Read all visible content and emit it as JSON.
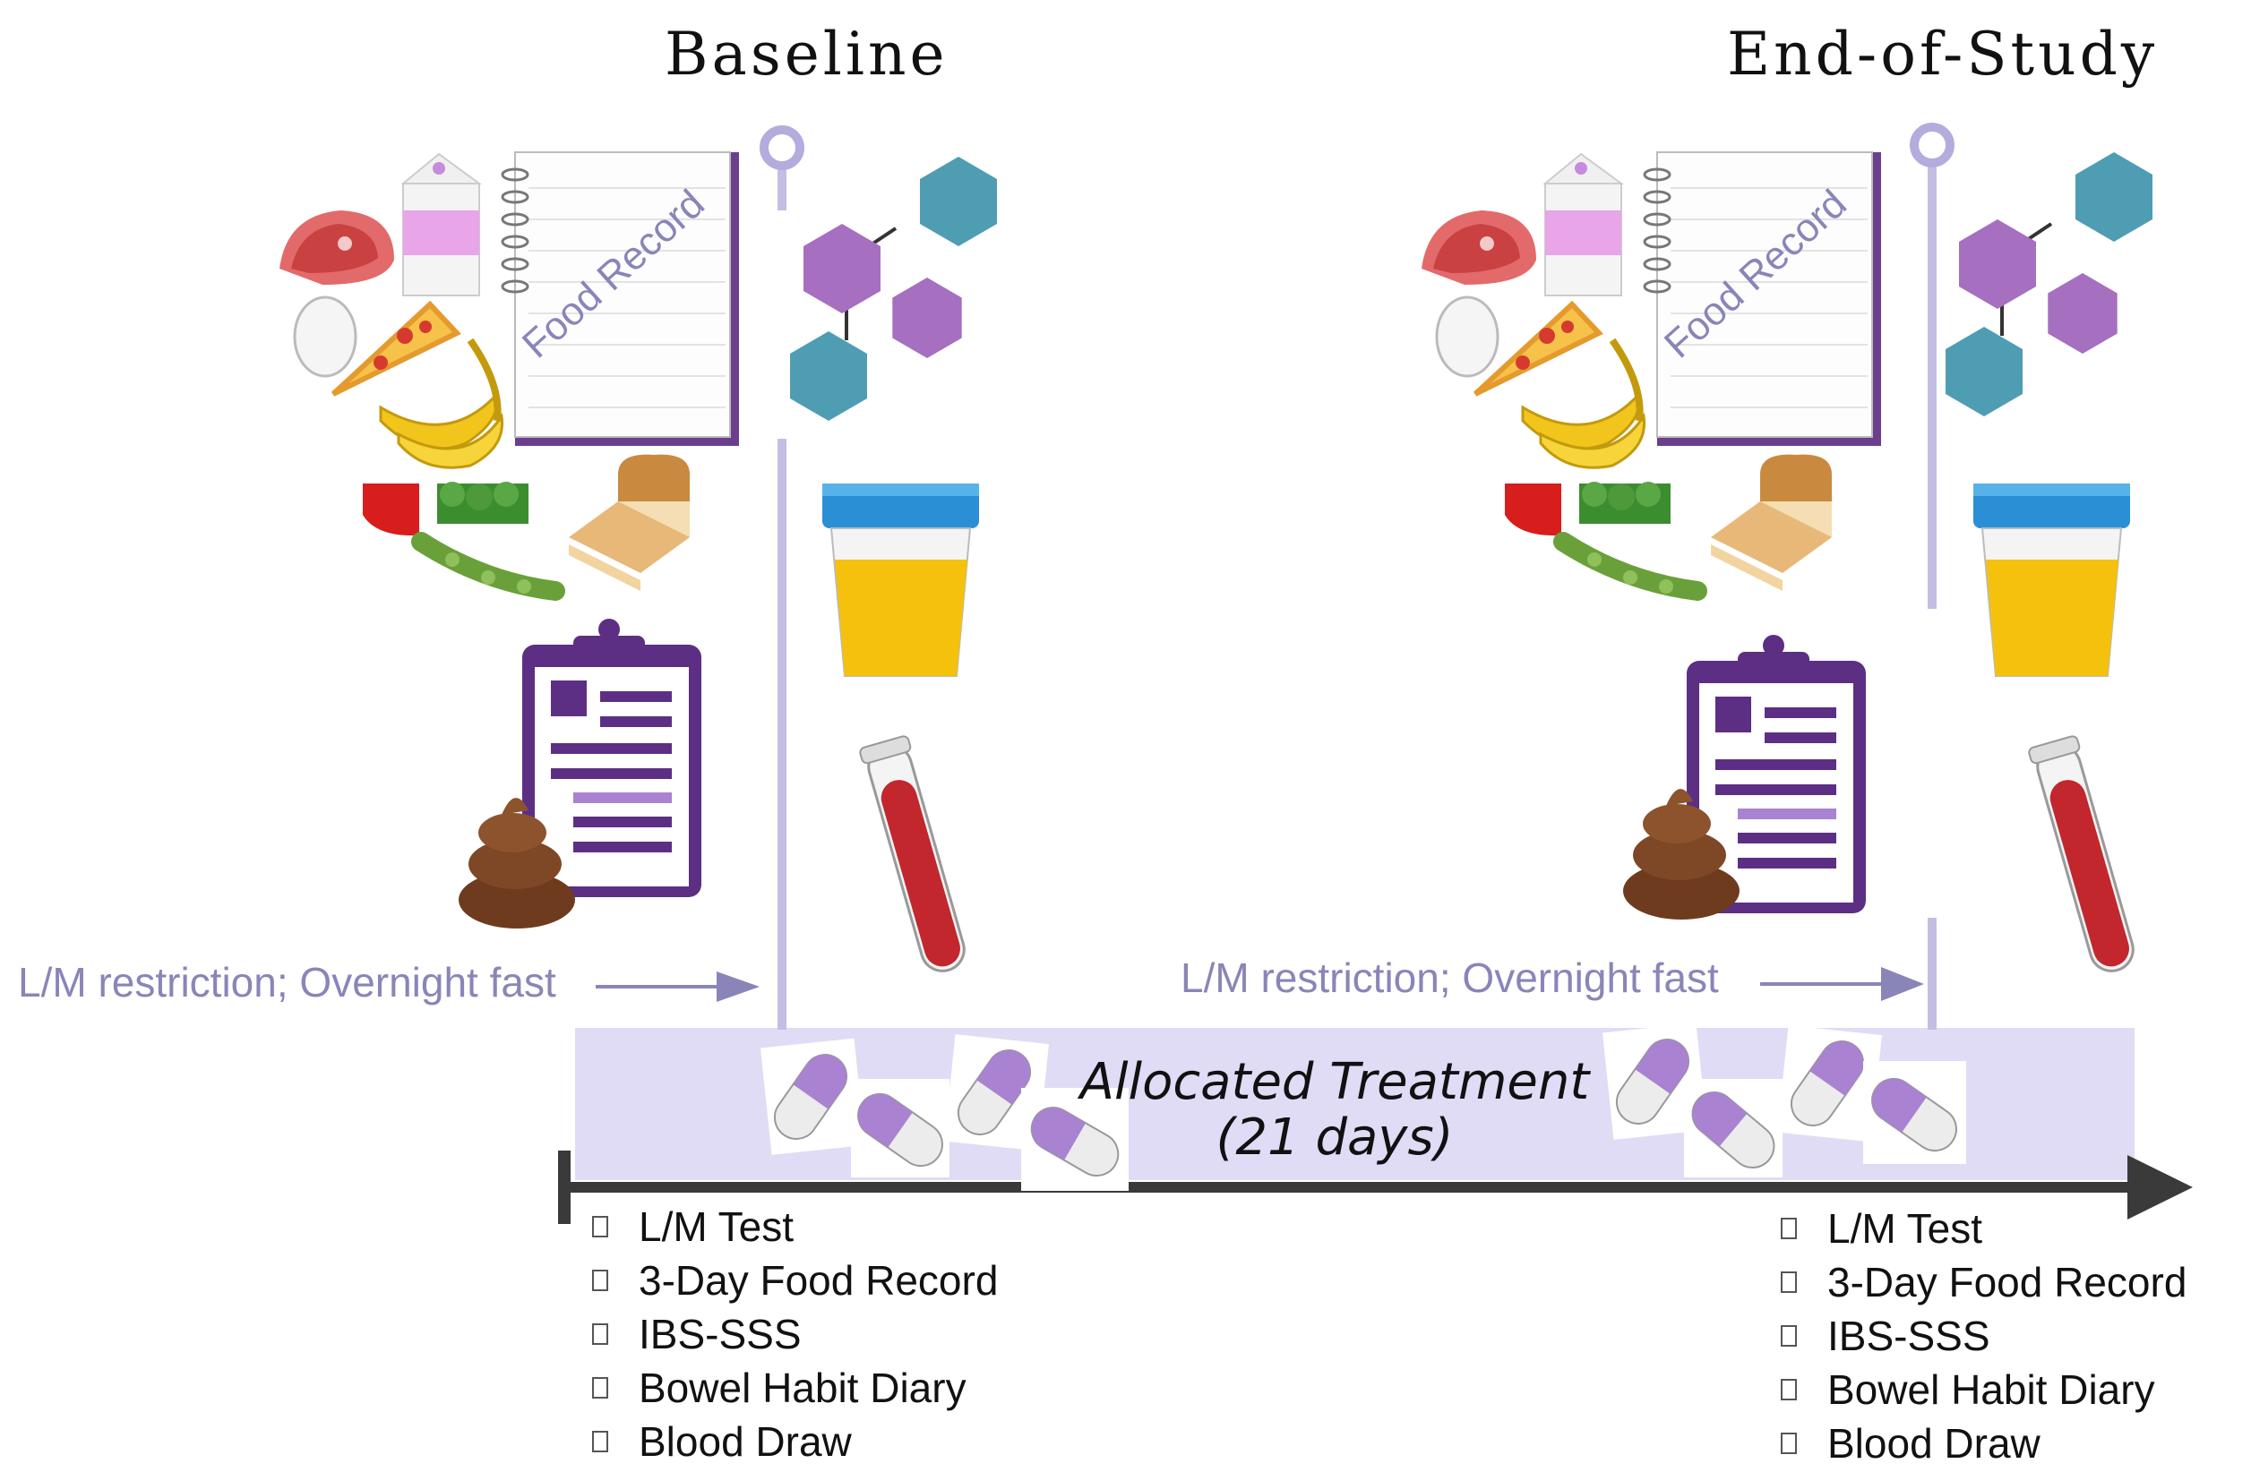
{
  "phases": {
    "baseline": {
      "title": "Baseline"
    },
    "end": {
      "title": "End-of-Study"
    }
  },
  "food_record_label": "Food Record",
  "fast_note": "L/M restriction; Overnight fast",
  "treatment": {
    "line1": "Allocated Treatment",
    "line2": "(21 days)"
  },
  "baseline_checklist": [
    "L/M Test",
    "3-Day Food Record",
    "IBS-SSS",
    "Bowel Habit Diary",
    "Blood Draw"
  ],
  "end_checklist": [
    "L/M Test",
    "3-Day Food Record",
    "IBS-SSS",
    "Bowel Habit Diary",
    "Blood Draw"
  ],
  "icons": [
    "meat-icon",
    "milk-carton-icon",
    "notebook-icon",
    "egg-icon",
    "pizza-icon",
    "banana-icon",
    "vegetables-icon",
    "bread-icon",
    "clipboard-icon",
    "stool-icon",
    "molecule-icon",
    "urine-cup-icon",
    "blood-tube-icon",
    "capsule-icon"
  ],
  "colors": {
    "accent": "#8a85b8",
    "treatment_band": "#e0dcf5",
    "timeline_line": "#c3bfe2",
    "arrow": "#3a3a3a",
    "clipboard": "#5c2f84",
    "capsule": "#a982d1",
    "hex_purple": "#a66fbf",
    "hex_teal": "#4e9db3",
    "blood": "#c1272d",
    "urine": "#f4c20d",
    "lid": "#2b8fd6"
  }
}
